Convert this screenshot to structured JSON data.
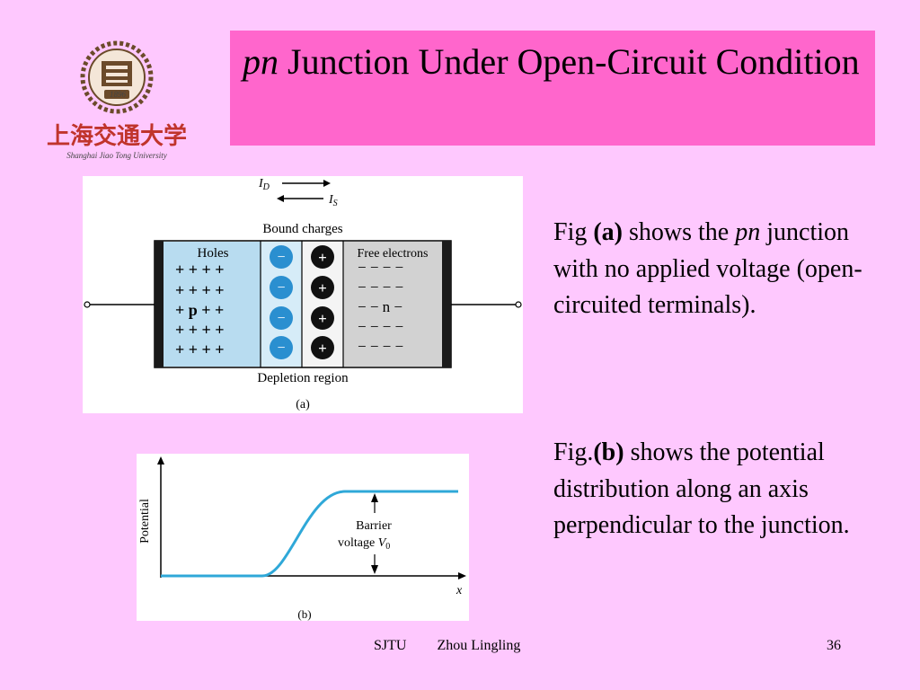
{
  "logo": {
    "chinese_name": "上海交通大学",
    "english_name": "Shanghai Jiao Tong University",
    "year": "1896"
  },
  "title": {
    "italic_part": "pn",
    "rest": " Junction Under Open-Circuit Condition"
  },
  "fig_a": {
    "id_label": "I",
    "id_sub": "D",
    "is_label": "I",
    "is_sub": "S",
    "bound_charges": "Bound charges",
    "holes": "Holes",
    "free_electrons": "Free electrons",
    "p_label": "p",
    "n_label": "n",
    "depletion_region": "Depletion region",
    "caption": "(a)",
    "plus_sign": "+",
    "minus_sign": "−",
    "plus_row": "+ + + +",
    "p_row": "+   p   + +",
    "minus_row": "− − − −",
    "n_row": "− −   n  −"
  },
  "fig_b": {
    "ylabel": "Potential",
    "xlabel": "x",
    "barrier_line1": "Barrier",
    "barrier_line2": "voltage",
    "v0_symbol": "V",
    "v0_sub": "0",
    "caption": "(b)"
  },
  "text_a": {
    "p1": "Fig ",
    "bold": "(a)",
    "p2": " shows the ",
    "italic": "pn",
    "p3": " junction with no applied voltage (open-circuited terminals)."
  },
  "text_b": {
    "p1": "Fig.",
    "bold": "(b)",
    "p2": " shows the potential distribution along an axis perpendicular to the junction."
  },
  "footer": {
    "org": "SJTU",
    "author": "Zhou Lingling",
    "page": "36"
  },
  "colors": {
    "background": "#fec8fe",
    "title_box": "#ff66cc",
    "p_region": "#b8dcf0",
    "depletion_blue": "#2a8fd0",
    "curve": "#2fa8d8"
  }
}
